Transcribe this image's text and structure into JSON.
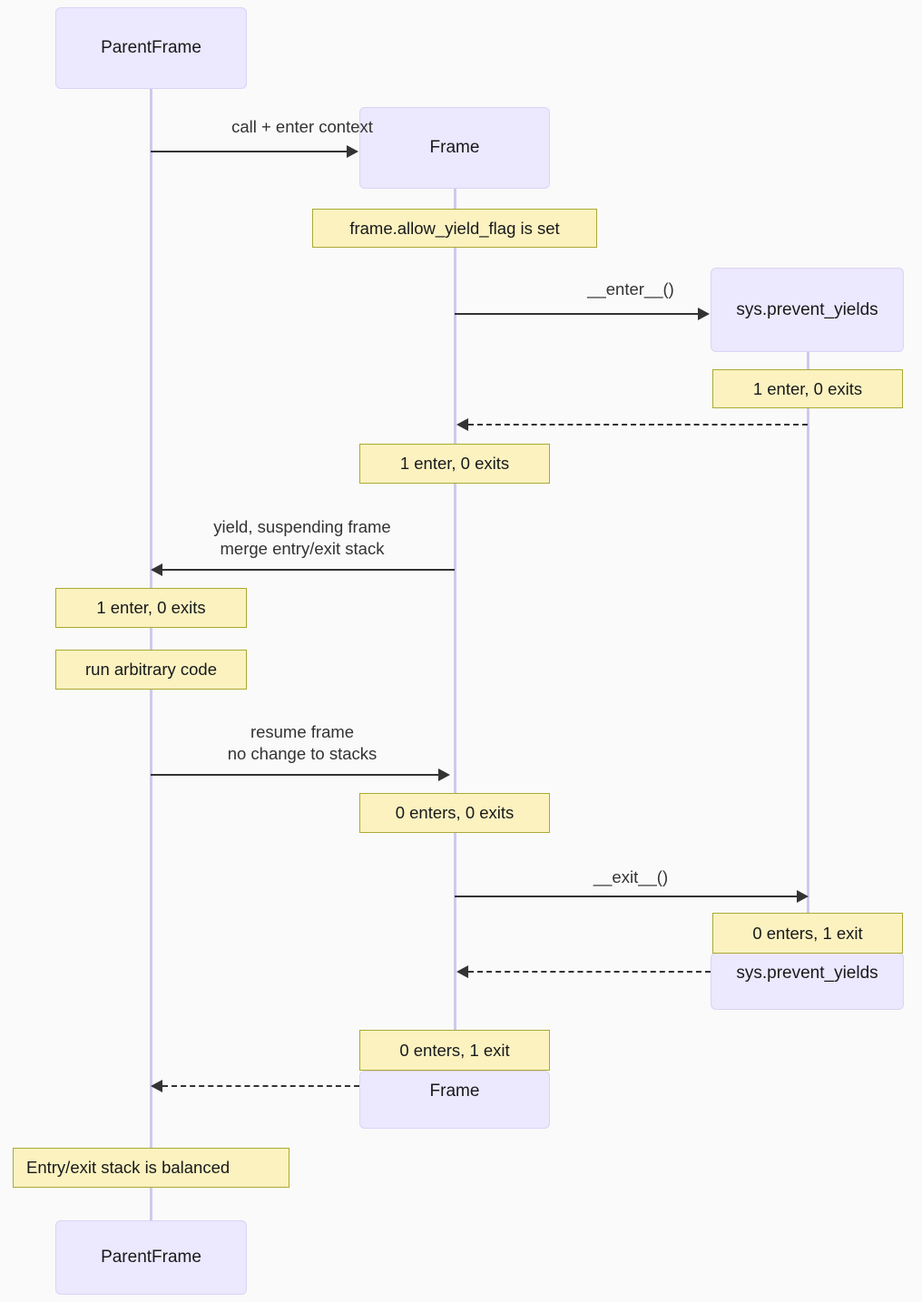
{
  "diagram": {
    "type": "sequence-diagram",
    "background_color": "#fafafa",
    "participant_fill": "#ece8fd",
    "note_fill": "#fbf2c0",
    "note_border": "#aaaa33",
    "lifeline_color": "#cfc8ee",
    "arrow_color": "#333333"
  },
  "participants": [
    {
      "id": "parentframe",
      "label": "ParentFrame"
    },
    {
      "id": "frame",
      "label": "Frame"
    },
    {
      "id": "sys",
      "label": "sys.prevent_yields"
    }
  ],
  "participants_bottom": [
    {
      "id": "sys",
      "label": "sys.prevent_yields"
    },
    {
      "id": "frame",
      "label": "Frame"
    },
    {
      "id": "parentframe",
      "label": "ParentFrame"
    }
  ],
  "messages": [
    {
      "id": "m1",
      "label": "call + enter context",
      "from": "parentframe",
      "to": "frame",
      "style": "solid"
    },
    {
      "id": "m2",
      "label": "__enter__()",
      "from": "frame",
      "to": "sys",
      "style": "solid"
    },
    {
      "id": "m3",
      "label": "",
      "from": "sys",
      "to": "frame",
      "style": "dashed"
    },
    {
      "id": "m4",
      "label": "yield, suspending frame\nmerge entry/exit stack",
      "from": "frame",
      "to": "parentframe",
      "style": "solid"
    },
    {
      "id": "m5",
      "label": "resume frame\nno change to stacks",
      "from": "parentframe",
      "to": "frame",
      "style": "solid"
    },
    {
      "id": "m6",
      "label": "__exit__()",
      "from": "frame",
      "to": "sys",
      "style": "solid"
    },
    {
      "id": "m7",
      "label": "",
      "from": "sys",
      "to": "frame",
      "style": "dashed"
    },
    {
      "id": "m8",
      "label": "",
      "from": "frame",
      "to": "parentframe",
      "style": "dashed"
    }
  ],
  "message_labels": {
    "m1": "call + enter context",
    "m2": "__enter__()",
    "m4_line1": "yield, suspending frame",
    "m4_line2": "merge entry/exit stack",
    "m5_line1": "resume frame",
    "m5_line2": "no change to stacks",
    "m6": "__exit__()"
  },
  "notes": [
    {
      "id": "n1",
      "over": "frame",
      "text": "frame.allow_yield_flag is set"
    },
    {
      "id": "n2",
      "over": "sys",
      "text": "1 enter, 0 exits"
    },
    {
      "id": "n3",
      "over": "frame",
      "text": "1 enter, 0 exits"
    },
    {
      "id": "n4",
      "over": "parentframe",
      "text": "1 enter, 0 exits"
    },
    {
      "id": "n5",
      "over": "parentframe",
      "text": "run arbitrary code"
    },
    {
      "id": "n6",
      "over": "frame",
      "text": "0 enters, 0 exits"
    },
    {
      "id": "n7",
      "over": "sys",
      "text": "0 enters, 1 exit"
    },
    {
      "id": "n8",
      "over": "frame",
      "text": "0 enters, 1 exit"
    },
    {
      "id": "n9",
      "over": "parentframe",
      "text": "Entry/exit stack is balanced"
    }
  ]
}
